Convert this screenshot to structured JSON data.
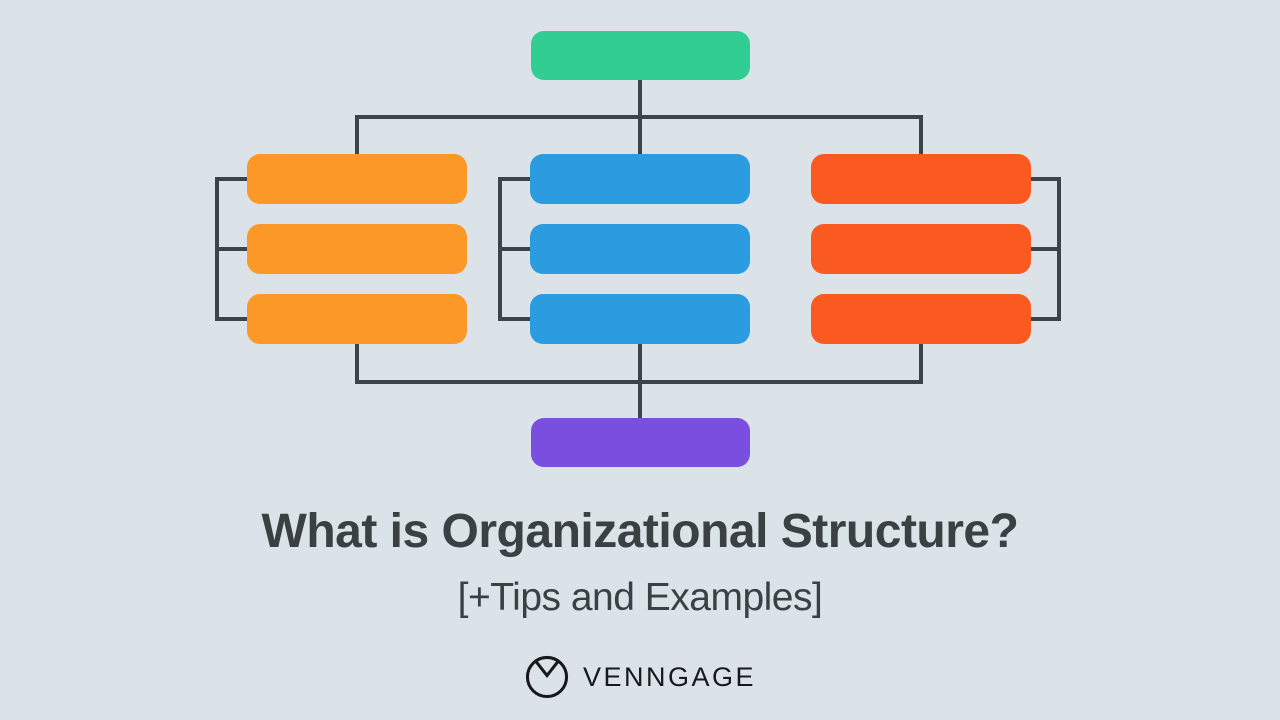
{
  "canvas": {
    "bg": "#DBE3E9",
    "line_color": "#3E4347",
    "text_color": "#3B4043",
    "brand_color": "#17191C"
  },
  "diagram": {
    "type": "org-chart",
    "root": {
      "role": "top-level-node",
      "color": "#30CE92",
      "label": ""
    },
    "columns": [
      {
        "name": "left-branch",
        "color": "#FB9827",
        "box_count": 3,
        "bracket_side": "left",
        "labels": [
          "",
          "",
          ""
        ]
      },
      {
        "name": "middle-branch",
        "color": "#2B9CE0",
        "box_count": 3,
        "bracket_side": "left",
        "labels": [
          "",
          "",
          ""
        ]
      },
      {
        "name": "right-branch",
        "color": "#FA5A20",
        "box_count": 3,
        "bracket_side": "right",
        "labels": [
          "",
          "",
          ""
        ]
      }
    ],
    "footer_node": {
      "role": "bottom-node",
      "color": "#7A4FE0",
      "label": ""
    }
  },
  "title": {
    "text": "What is Organizational Structure?"
  },
  "subtitle": {
    "text": "[+Tips and Examples]"
  },
  "brand": {
    "name": "VENNGAGE",
    "icon": "venngage-clock-icon"
  }
}
